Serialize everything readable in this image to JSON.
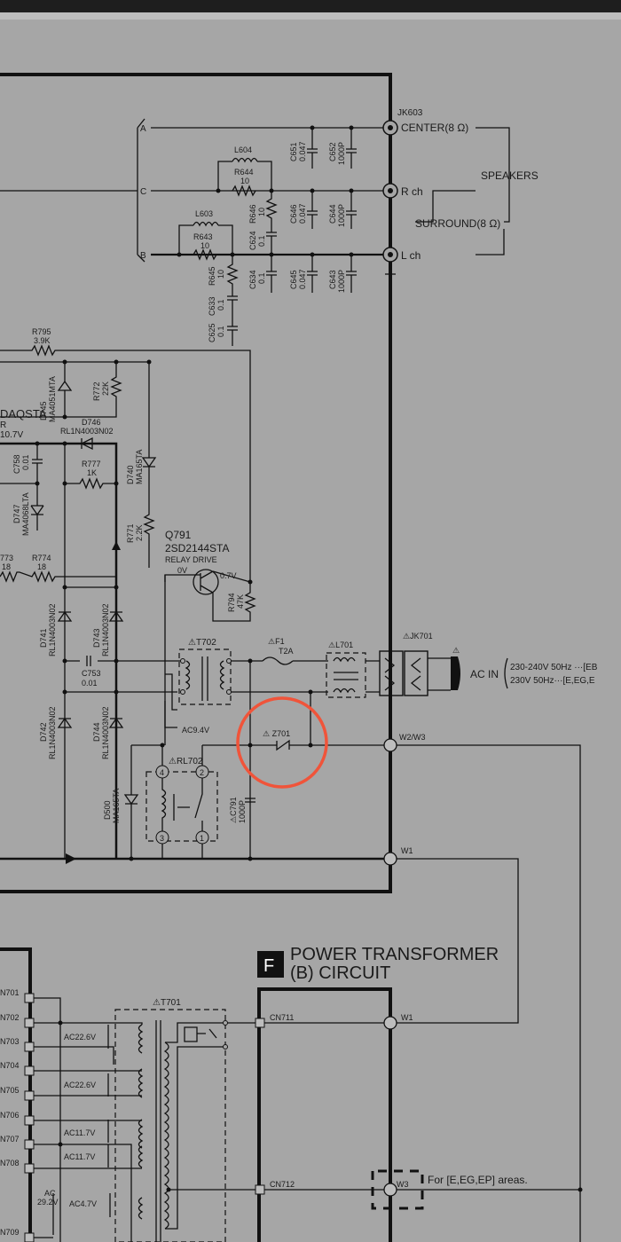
{
  "section": {
    "letter": "F",
    "title_line1": "POWER TRANSFORMER",
    "title_line2": "(B) CIRCUIT"
  },
  "speakers": {
    "jack": "JK603",
    "center": "CENTER(8 Ω)",
    "rch": "R ch",
    "lch": "L ch",
    "speakers_label": "SPEAKERS",
    "surround": "SURROUND(8 Ω)",
    "bus_a": "A",
    "bus_b": "B",
    "bus_c": "C"
  },
  "parts": {
    "L604": "L604",
    "R644": "R644",
    "R644_val": "10",
    "C651": "C651",
    "C651_val": "0.047",
    "C652": "C652",
    "C652_val": "1000P",
    "L603": "L603",
    "R643": "R643",
    "R643_val": "10",
    "R646": "R646",
    "R646_val": "10",
    "C646": "C646",
    "C646_val": "0.047",
    "C644": "C644",
    "C644_val": "1000P",
    "C624": "C624",
    "C624_val": "0.1",
    "R645": "R645",
    "R645_val": "10",
    "C633": "C633",
    "C633_val": "0.1",
    "C634": "C634",
    "C634_val": "0.1",
    "C645": "C645",
    "C645_val": "0.047",
    "C643": "C643",
    "C643_val": "1000P",
    "C625": "C625",
    "C625_val": "0.1",
    "R795": "R795",
    "R795_val": "3.9K",
    "D745": "D745",
    "D745_val": "MA4051MTA",
    "R772": "R772",
    "R772_val": "22K",
    "aqsta": "DAQSTA",
    "vr": "R",
    "v107": "10.7V",
    "D746": "D746",
    "D746_val": "RL1N4003N02",
    "C758": "C758",
    "C758_val": "0.01",
    "R777": "R777",
    "R777_val": "1K",
    "D740": "D740",
    "D740_val": "MA165TA",
    "D747": "D747",
    "D747_val": "MA4068LTA",
    "R771": "R771",
    "R771_val": "2.2K",
    "R773": "773",
    "R773_val": "18",
    "R774": "R774",
    "R774_val": "18",
    "Q791": "Q791",
    "Q791_val": "2SD2144STA",
    "Q791_fn": "RELAY DRIVE",
    "v0": "0V",
    "v07": "0.7V",
    "R794": "R794",
    "R794_val": "47K",
    "D741": "D741",
    "D741_val": "RL1N4003N02",
    "D743": "D743",
    "D743_val": "RL1N4003N02",
    "C753": "C753",
    "C753_val": "0.01",
    "D742": "D742",
    "D742_val": "RL1N4003N02",
    "D744": "D744",
    "D744_val": "RL1N4003N02",
    "T702": "T702",
    "F1": "F1",
    "F1_val": "T2A",
    "L701": "L701",
    "JK701": "JK701",
    "ac_in": "AC IN",
    "ac_spec1": "230-240V 50Hz ···[EB",
    "ac_spec2": "230V 50Hz···[E,EG,E",
    "ac94": "AC9.4V",
    "Z701": "Z701",
    "w2w3": "W2/W3",
    "RL702": "RL702",
    "D500": "D500",
    "D500_val": "MA165TA",
    "C791": "C791",
    "C791_val": "1000P",
    "pin4": "4",
    "pin2": "2",
    "pin3": "3",
    "pin1": "1",
    "W1": "W1"
  },
  "transformer": {
    "T701": "T701",
    "CN711": "CN711",
    "CN712": "CN712",
    "W1": "W1",
    "W3": "W3",
    "areas_note": "For [E,EG,EP] areas.",
    "ac226a": "AC22.6V",
    "ac226b": "AC22.6V",
    "ac117a": "AC11.7V",
    "ac117b": "AC11.7V",
    "ac47": "AC4.7V",
    "ac_label": "AC",
    "ac292": "29.2V",
    "cn": [
      "N701",
      "N702",
      "N703",
      "N704",
      "N705",
      "N706",
      "N707",
      "N708",
      "N709"
    ]
  },
  "highlight": {
    "color": "#f0543a",
    "target": "Z701"
  }
}
